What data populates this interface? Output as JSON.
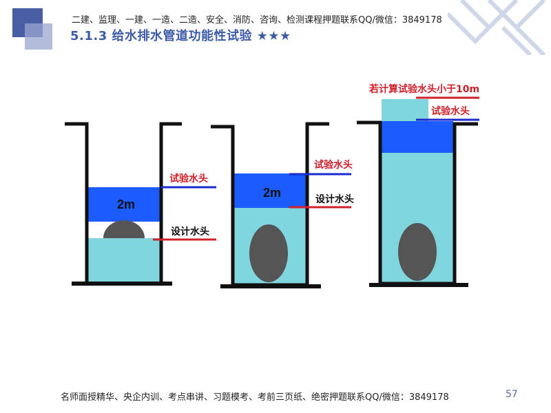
{
  "header": {
    "banner": "二建、监理、一建、一造、二造、安全、消防、咨询、检测课程押题联系QQ/微信：3849178",
    "title": "5.1.3 给水排水管道功能性试验 ★★★"
  },
  "diagram": {
    "panel1": {
      "test_head_label": "试验水头",
      "design_head_label": "设计水头",
      "depth_label": "2m"
    },
    "panel2": {
      "test_head_label": "试验水头",
      "design_head_label": "设计水头",
      "depth_label": "2m"
    },
    "panel3": {
      "test_head_label": "试验水头",
      "calc_label": "若计算试验水头小于10m"
    },
    "colors": {
      "water_light": "#7fd6df",
      "water_dark": "#1b5cff",
      "pipe": "#555555",
      "test_line": "#1a2ad0",
      "design_line": "#d0202a",
      "wall": "#111111"
    }
  },
  "footer": {
    "banner": "名师面授精华、央企内训、考点串讲、习题模考、考前三页纸、绝密押题联系QQ/微信：3849178",
    "page_number": "57"
  }
}
